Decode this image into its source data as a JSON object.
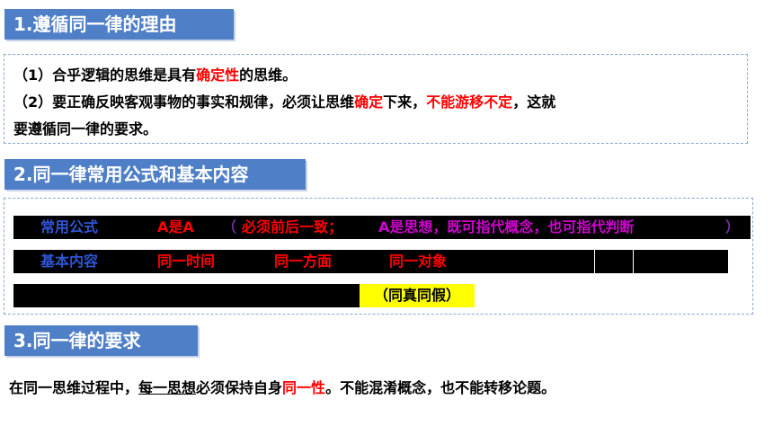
{
  "section1": {
    "title": "1.遵循同一律的理由",
    "line1": {
      "a": "（1）合乎逻辑的思维是具有",
      "b": "确定性",
      "c": "的思维。"
    },
    "line2": {
      "a": "（2）要正确反映客观事物的事实和规律，必须让思维",
      "b": "确定",
      "c": "下来，",
      "d": "不能游移不定",
      "e": "，这就"
    },
    "line3": "要遵循同一律的要求。"
  },
  "section2": {
    "title": "2.同一律常用公式和基本内容",
    "row1": {
      "label": "常用公式",
      "formula": "A是A",
      "paren_open": "（",
      "note1": "必须前后一致；",
      "note2": "A是思想，既可指代概念，也可指代判断",
      "paren_close": "）"
    },
    "row2": {
      "label": "基本内容",
      "items": [
        "同一时间",
        "同一方面",
        "同一对象"
      ]
    },
    "row3": {
      "highlight": "（同真同假）"
    }
  },
  "section3": {
    "title": "3.同一律的要求",
    "text": {
      "a": "在同一思维过程中，",
      "b": "每一思想",
      "c": "必须保持自身",
      "d": "同一性",
      "e": "。不能混淆概念，也不能转移论题。"
    }
  },
  "colors": {
    "heading_bg": "#4f7fc7",
    "emphasis_red": "#ff0000",
    "label_blue": "#2f55d4",
    "paren_purple": "#7030a0",
    "note_magenta": "#d000d0",
    "highlight_yellow": "#ffff00"
  }
}
